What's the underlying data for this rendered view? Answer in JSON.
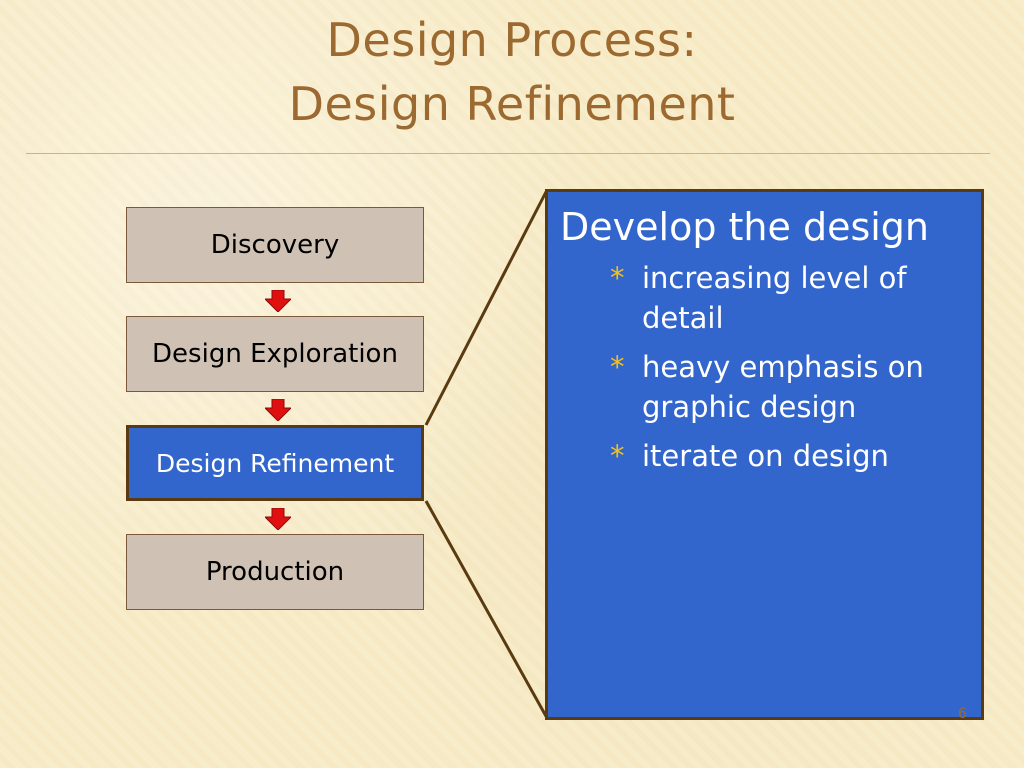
{
  "title": {
    "line1": "Design Process:",
    "line2": "Design Refinement"
  },
  "process_steps": [
    {
      "label": "Discovery",
      "active": false
    },
    {
      "label": "Design Exploration",
      "active": false
    },
    {
      "label": "Design Refinement",
      "active": true
    },
    {
      "label": "Production",
      "active": false
    }
  ],
  "detail_panel": {
    "heading": "Develop the design",
    "bullet_marker": "*",
    "bullets": [
      "increasing level of detail",
      "heavy emphasis on graphic design",
      "iterate on design"
    ]
  },
  "page_number": "6",
  "colors": {
    "background": "#f8ecc8",
    "title": "#9c6a30",
    "step_fill": "#cfc1b3",
    "active_fill": "#3366cc",
    "panel_border": "#5a3a10",
    "arrow": "#e01010",
    "bullet_marker": "#f2c21a"
  },
  "icons": {
    "step_arrow": "down-arrow-icon"
  }
}
